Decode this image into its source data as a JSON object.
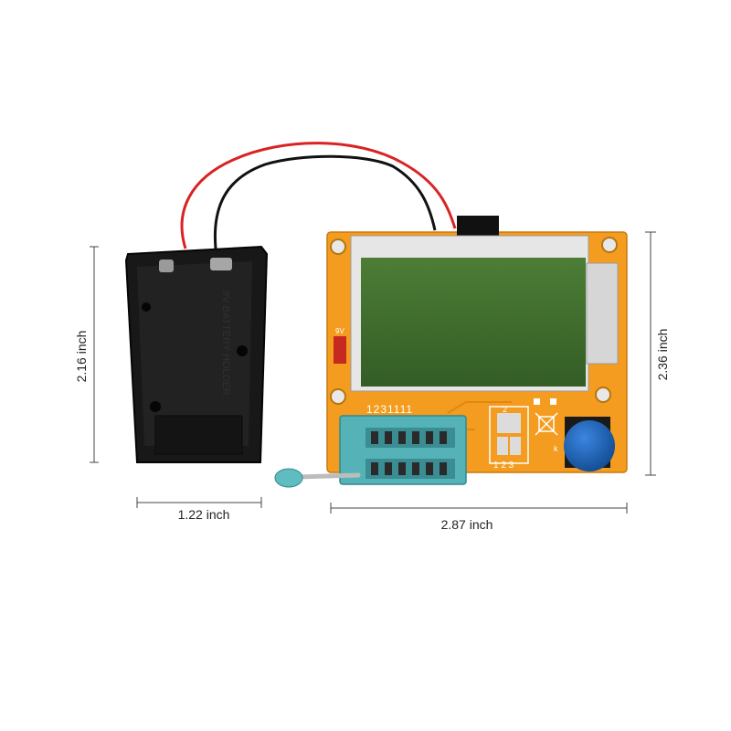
{
  "dimensions": {
    "holder_height": "2.16 inch",
    "holder_width": "1.22 inch",
    "board_height": "2.36 inch",
    "board_width": "2.87 inch"
  },
  "board": {
    "pin_numbers": "1231111",
    "pad_numbers": "1 2 3",
    "voltage_mark": "9V",
    "pad_box_number": "2",
    "k_mark": "k"
  },
  "battery_holder": {
    "imprint": "9V BATTERY HOLDER"
  },
  "colors": {
    "board": "#f39c1f",
    "lcd": "#3c6b2c",
    "button_cap": "#1e62b8",
    "zif_socket": "#55b3b8",
    "holder": "#151515",
    "wire_red": "#d92323",
    "wire_black": "#111111"
  }
}
